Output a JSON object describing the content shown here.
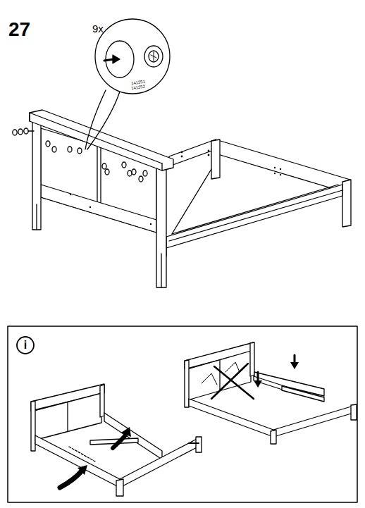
{
  "diagram": {
    "labels": [
      "27",
      "9x",
      "141251",
      "141252",
      "i"
    ]
  }
}
